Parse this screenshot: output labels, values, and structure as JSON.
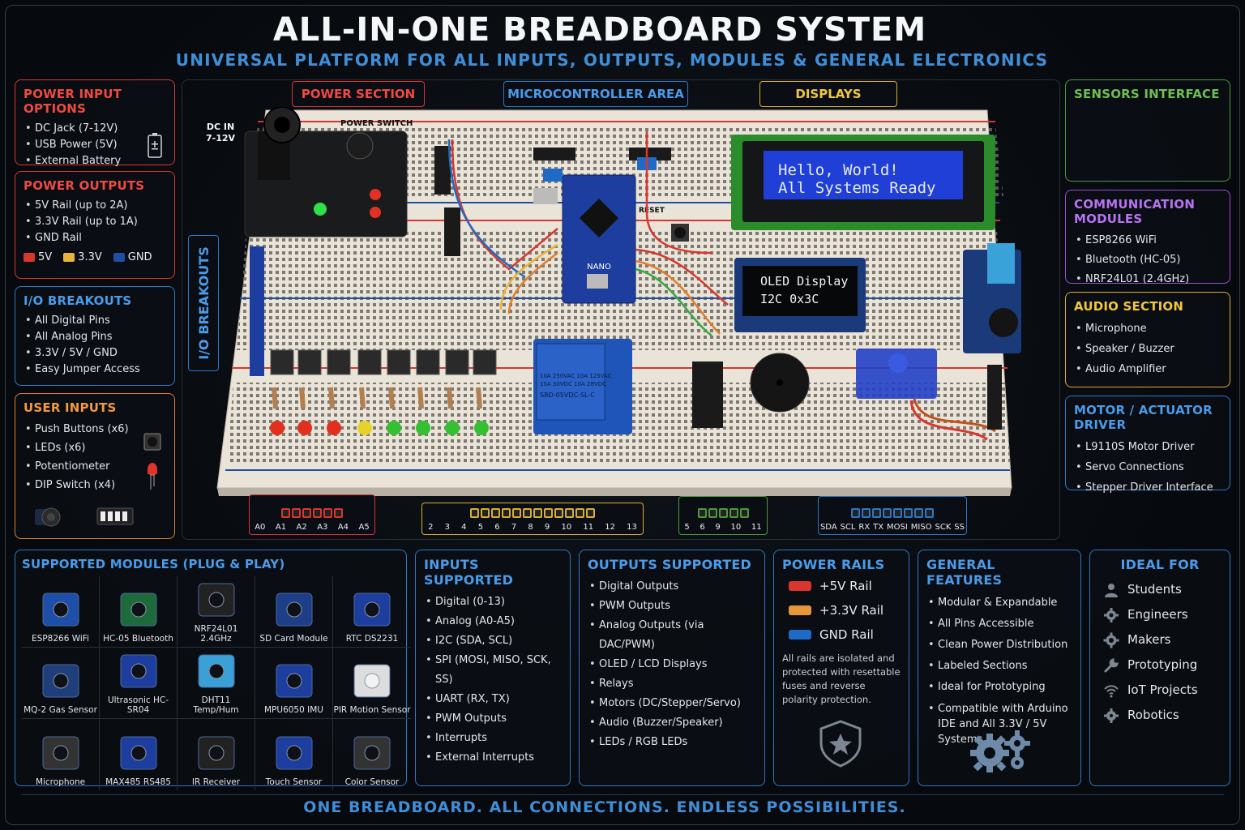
{
  "title": "ALL-IN-ONE BREADBOARD SYSTEM",
  "subtitle": "UNIVERSAL PLATFORM FOR ALL INPUTS, OUTPUTS, MODULES & GENERAL ELECTRONICS",
  "footer": "ONE BREADBOARD. ALL CONNECTIONS. ENDLESS POSSIBILITIES.",
  "colors": {
    "red": "#d8362f",
    "blue": "#2e77c4",
    "orange": "#e07d2a",
    "green": "#4c9a3c",
    "purple": "#9a4fd1",
    "yellow": "#d8b02e"
  },
  "power_input": {
    "heading": "POWER INPUT OPTIONS",
    "items": [
      "DC Jack (7-12V)",
      "USB Power (5V)",
      "External Battery"
    ],
    "icon": "battery-icon"
  },
  "power_outputs": {
    "heading": "POWER OUTPUTS",
    "items": [
      "5V Rail (up to 2A)",
      "3.3V Rail (up to 1A)",
      "GND Rail"
    ],
    "legend": [
      "5V",
      "3.3V",
      "GND"
    ]
  },
  "io_breakouts": {
    "heading": "I/O BREAKOUTS",
    "items": [
      "All Digital Pins",
      "All Analog Pins",
      "3.3V / 5V / GND",
      "Easy Jumper Access"
    ]
  },
  "user_inputs": {
    "heading": "USER INPUTS",
    "items": [
      "Push Buttons (x6)",
      "LEDs (x6)",
      "Potentiometer",
      "DIP Switch (x4)"
    ]
  },
  "sensors_interface": {
    "heading": "SENSORS INTERFACE"
  },
  "communication": {
    "heading": "COMMUNICATION MODULES",
    "items": [
      "ESP8266 WiFi",
      "Bluetooth (HC-05)",
      "NRF24L01 (2.4GHz)"
    ]
  },
  "audio": {
    "heading": "AUDIO SECTION",
    "items": [
      "Microphone",
      "Speaker / Buzzer",
      "Audio Amplifier"
    ]
  },
  "motor": {
    "heading": "MOTOR / ACTUATOR DRIVER",
    "items": [
      "L9110S Motor Driver",
      "Servo Connections",
      "Stepper Driver Interface"
    ]
  },
  "board": {
    "labels": {
      "power": "POWER SECTION",
      "mcu": "MICROCONTROLLER AREA",
      "displays": "DISPLAYS",
      "io": "I/O BREAKOUTS"
    },
    "dc_in": [
      "DC IN",
      "7-12V"
    ],
    "power_switch": "POWER SWITCH",
    "lcd": [
      "Hello, World!",
      "All Systems Ready"
    ],
    "oled": [
      "OLED Display",
      "I2C 0x3C"
    ],
    "nano": "NANO",
    "reset": "RESET",
    "relay": [
      "10A 250VAC 10A 125VAC",
      "10A 30VDC 10A 28VDC",
      "SRD-05VDC-SL-C"
    ]
  },
  "headers": {
    "analog": [
      "A0",
      "A1",
      "A2",
      "A3",
      "A4",
      "A5"
    ],
    "digital": [
      "2",
      "3",
      "4",
      "5",
      "6",
      "7",
      "8",
      "9",
      "10",
      "11",
      "12",
      "13"
    ],
    "pwm": [
      "5",
      "6",
      "9",
      "10",
      "11"
    ],
    "comm": [
      "SDA",
      "SCL",
      "RX",
      "TX",
      "MOSI",
      "MISO",
      "SCK",
      "SS"
    ]
  },
  "modules": {
    "heading": "SUPPORTED MODULES (PLUG & PLAY)",
    "items": [
      "ESP8266 WiFi",
      "HC-05 Bluetooth",
      "NRF24L01 2.4GHz",
      "SD Card Module",
      "RTC DS2231",
      "MQ-2 Gas Sensor",
      "Ultrasonic HC-SR04",
      "DHT11 Temp/Hum",
      "MPU6050 IMU",
      "PIR Motion Sensor",
      "Microphone",
      "MAX485 RS485",
      "IR Receiver",
      "Touch Sensor",
      "Color Sensor"
    ]
  },
  "inputs_supported": {
    "heading": "INPUTS SUPPORTED",
    "items": [
      "Digital (0-13)",
      "Analog (A0-A5)",
      "I2C (SDA, SCL)",
      "SPI (MOSI, MISO, SCK, SS)",
      "UART (RX, TX)",
      "PWM Outputs",
      "Interrupts",
      "External Interrupts"
    ]
  },
  "outputs_supported": {
    "heading": "OUTPUTS SUPPORTED",
    "items": [
      "Digital Outputs",
      "PWM Outputs",
      "Analog Outputs (via DAC/PWM)",
      "OLED / LCD Displays",
      "Relays",
      "Motors (DC/Stepper/Servo)",
      "Audio (Buzzer/Speaker)",
      "LEDs / RGB LEDs"
    ]
  },
  "power_rails": {
    "heading": "POWER RAILS",
    "rails": [
      "+5V Rail",
      "+3.3V Rail",
      "GND Rail"
    ],
    "note": "All rails are isolated and protected with resettable fuses and reverse polarity protection."
  },
  "general_features": {
    "heading": "GENERAL FEATURES",
    "items": [
      "Modular & Expandable",
      "All Pins Accessible",
      "Clean Power Distribution",
      "Labeled Sections",
      "Ideal for Prototyping",
      "Compatible with Arduino IDE and All 3.3V / 5V Systems"
    ]
  },
  "ideal_for": {
    "heading": "IDEAL FOR",
    "items": [
      "Students",
      "Engineers",
      "Makers",
      "Prototyping",
      "IoT Projects",
      "Robotics"
    ]
  }
}
